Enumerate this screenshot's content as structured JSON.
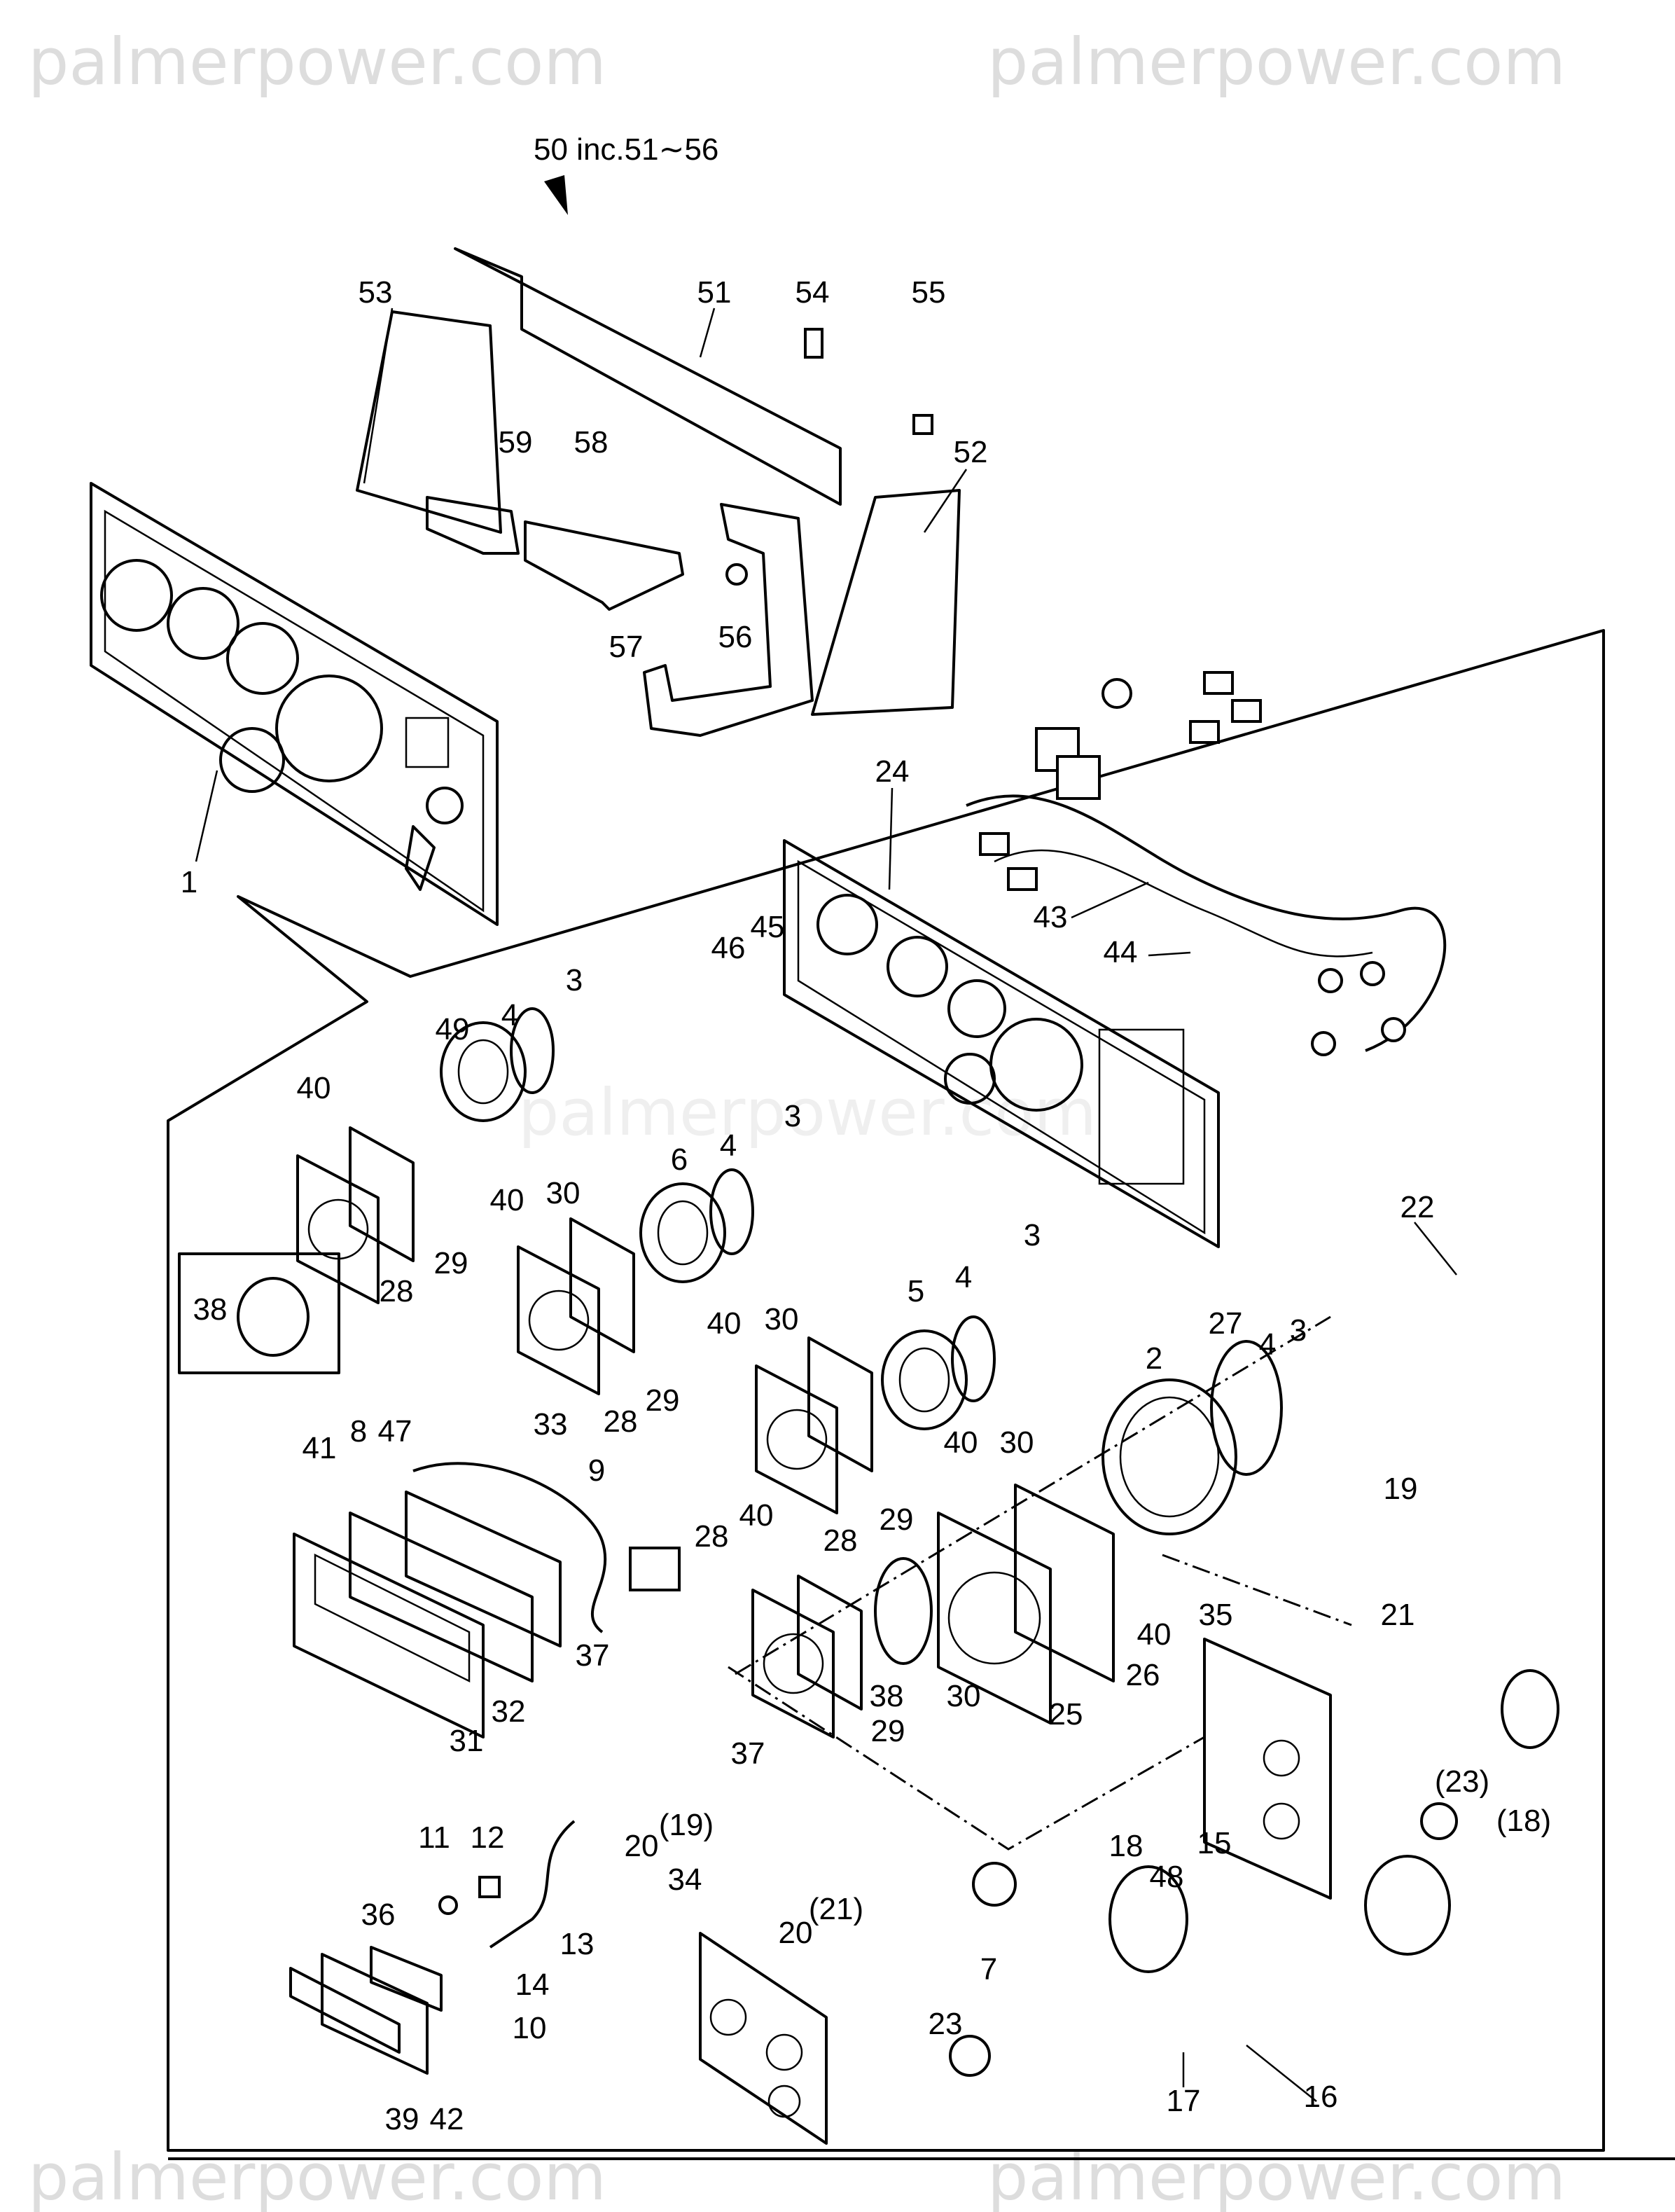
{
  "watermark": "palmerpower.com",
  "assembly_note": "50 inc.51∼56",
  "colors": {
    "line": "#000000",
    "background": "#ffffff"
  },
  "labels": [
    "53",
    "51",
    "54",
    "55",
    "59",
    "58",
    "52",
    "56",
    "57",
    "1",
    "24",
    "46",
    "45",
    "43",
    "44",
    "3",
    "49",
    "4",
    "40",
    "30",
    "29",
    "28",
    "3",
    "4",
    "6",
    "30",
    "40",
    "28",
    "29",
    "38",
    "22",
    "3",
    "4",
    "5",
    "27",
    "4",
    "3",
    "2",
    "40",
    "30",
    "29",
    "28",
    "40",
    "19",
    "41",
    "8",
    "47",
    "33",
    "9",
    "21",
    "40",
    "28",
    "35",
    "40",
    "26",
    "25",
    "30",
    "38",
    "29",
    "37",
    "31",
    "32",
    "20",
    "(19)",
    "37",
    "(23)",
    "(18)",
    "15",
    "18",
    "48",
    "20",
    "(21)",
    "11",
    "12",
    "36",
    "13",
    "14",
    "10",
    "34",
    "7",
    "23",
    "17",
    "16",
    "39",
    "42"
  ]
}
